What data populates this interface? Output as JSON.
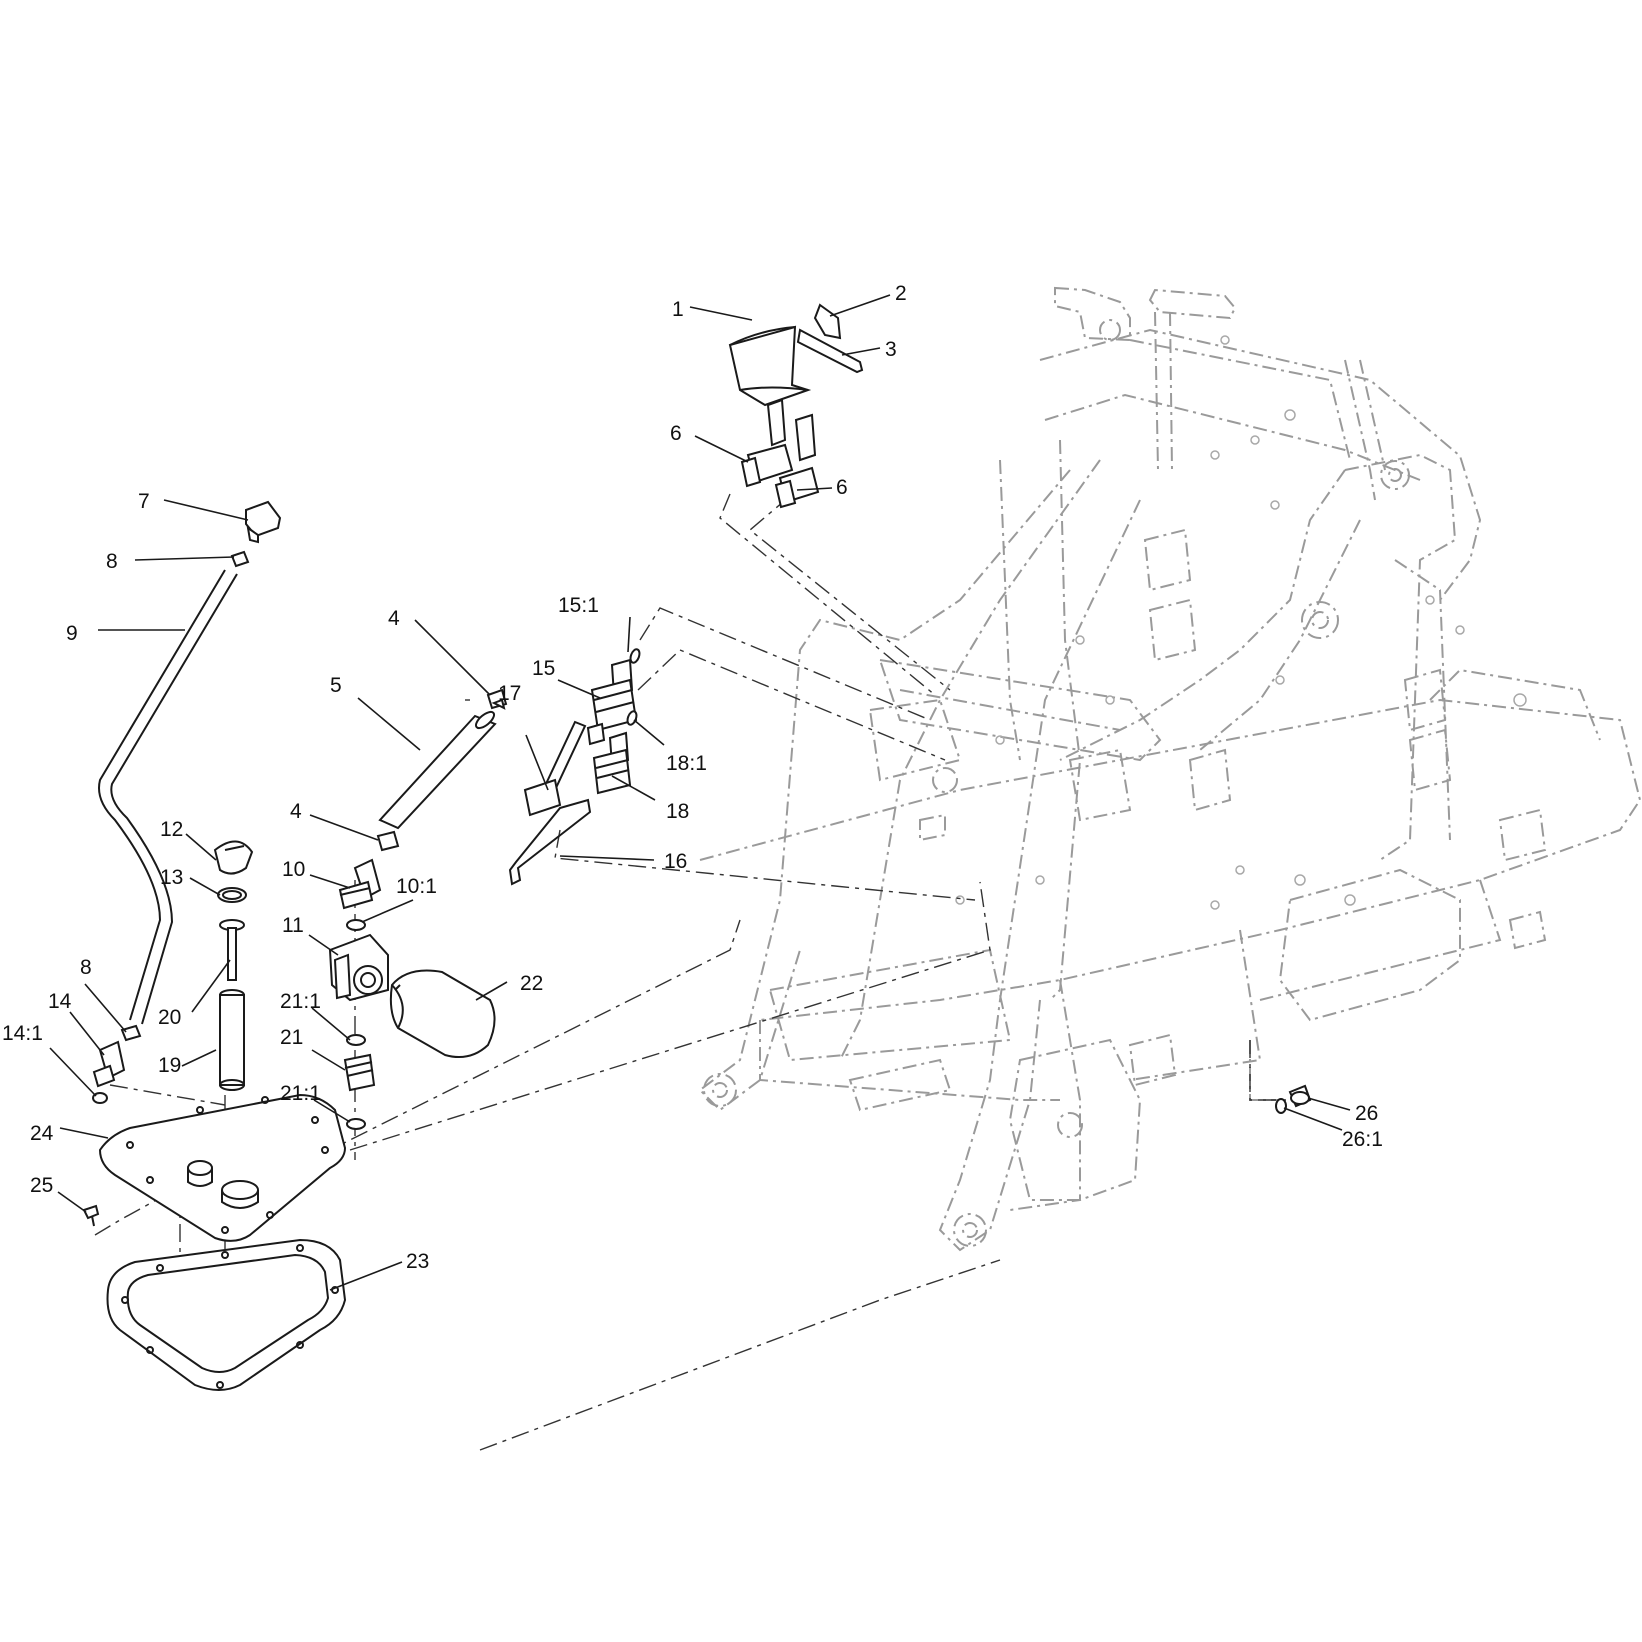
{
  "callouts": {
    "c1": "1",
    "c2": "2",
    "c3": "3",
    "c4a": "4",
    "c4b": "4",
    "c5": "5",
    "c6a": "6",
    "c6b": "6",
    "c7": "7",
    "c8a": "8",
    "c8b": "8",
    "c9": "9",
    "c10": "10",
    "c10_1": "10:1",
    "c11": "11",
    "c12": "12",
    "c13": "13",
    "c14": "14",
    "c14_1": "14:1",
    "c15": "15",
    "c15_1": "15:1",
    "c16": "16",
    "c17": "17",
    "c18": "18",
    "c18_1": "18:1",
    "c19": "19",
    "c20": "20",
    "c21": "21",
    "c21_1a": "21:1",
    "c21_1b": "21:1",
    "c22": "22",
    "c23": "23",
    "c24": "24",
    "c25": "25",
    "c26": "26",
    "c26_1": "26:1"
  },
  "colors": {
    "line": "#1a1a1a",
    "frame": "#9a9a9a",
    "background": "#ffffff"
  }
}
